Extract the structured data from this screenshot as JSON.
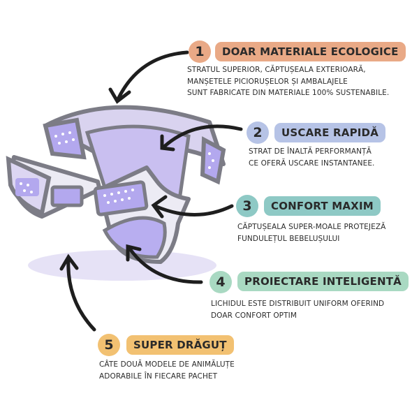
{
  "features": [
    {
      "number": "1",
      "title": "DOAR MATERIALE ECOLOGICE",
      "color": "#e9a986",
      "lines": [
        "STRATUL SUPERIOR, CĂPTUȘEALA EXTERIOARĂ,",
        "MANȘETELE PICIORUȘELOR ȘI AMBALAJELE",
        "SUNT FABRICATE DIN MATERIALE 100% SUSTENABILE."
      ]
    },
    {
      "number": "2",
      "title": "USCARE RAPIDĂ",
      "color": "#b6c3e6",
      "lines": [
        "STRAT DE ÎNALTĂ PERFORMANȚĂ",
        "CE OFERĂ USCARE INSTANTANEE."
      ]
    },
    {
      "number": "3",
      "title": "CONFORT MAXIM",
      "color": "#8ec9c5",
      "lines": [
        "CĂPTUȘEALA SUPER-MOALE PROTEJEZĂ",
        "FUNDULEȚUL BEBELUȘULUI"
      ]
    },
    {
      "number": "4",
      "title": "PROIECTARE INTELIGENTĂ",
      "color": "#a9d9c2",
      "lines": [
        "LICHIDUL ESTE DISTRIBUIT UNIFORM OFERIND",
        "DOAR CONFORT OPTIM"
      ]
    },
    {
      "number": "5",
      "title": "SUPER DRĂGUȚ",
      "color": "#f2c172",
      "lines": [
        "CÂTE DOUĂ MODELE DE ANIMĂLUȚE",
        "ADORABILE ÎN FIECARE PACHET"
      ]
    }
  ]
}
